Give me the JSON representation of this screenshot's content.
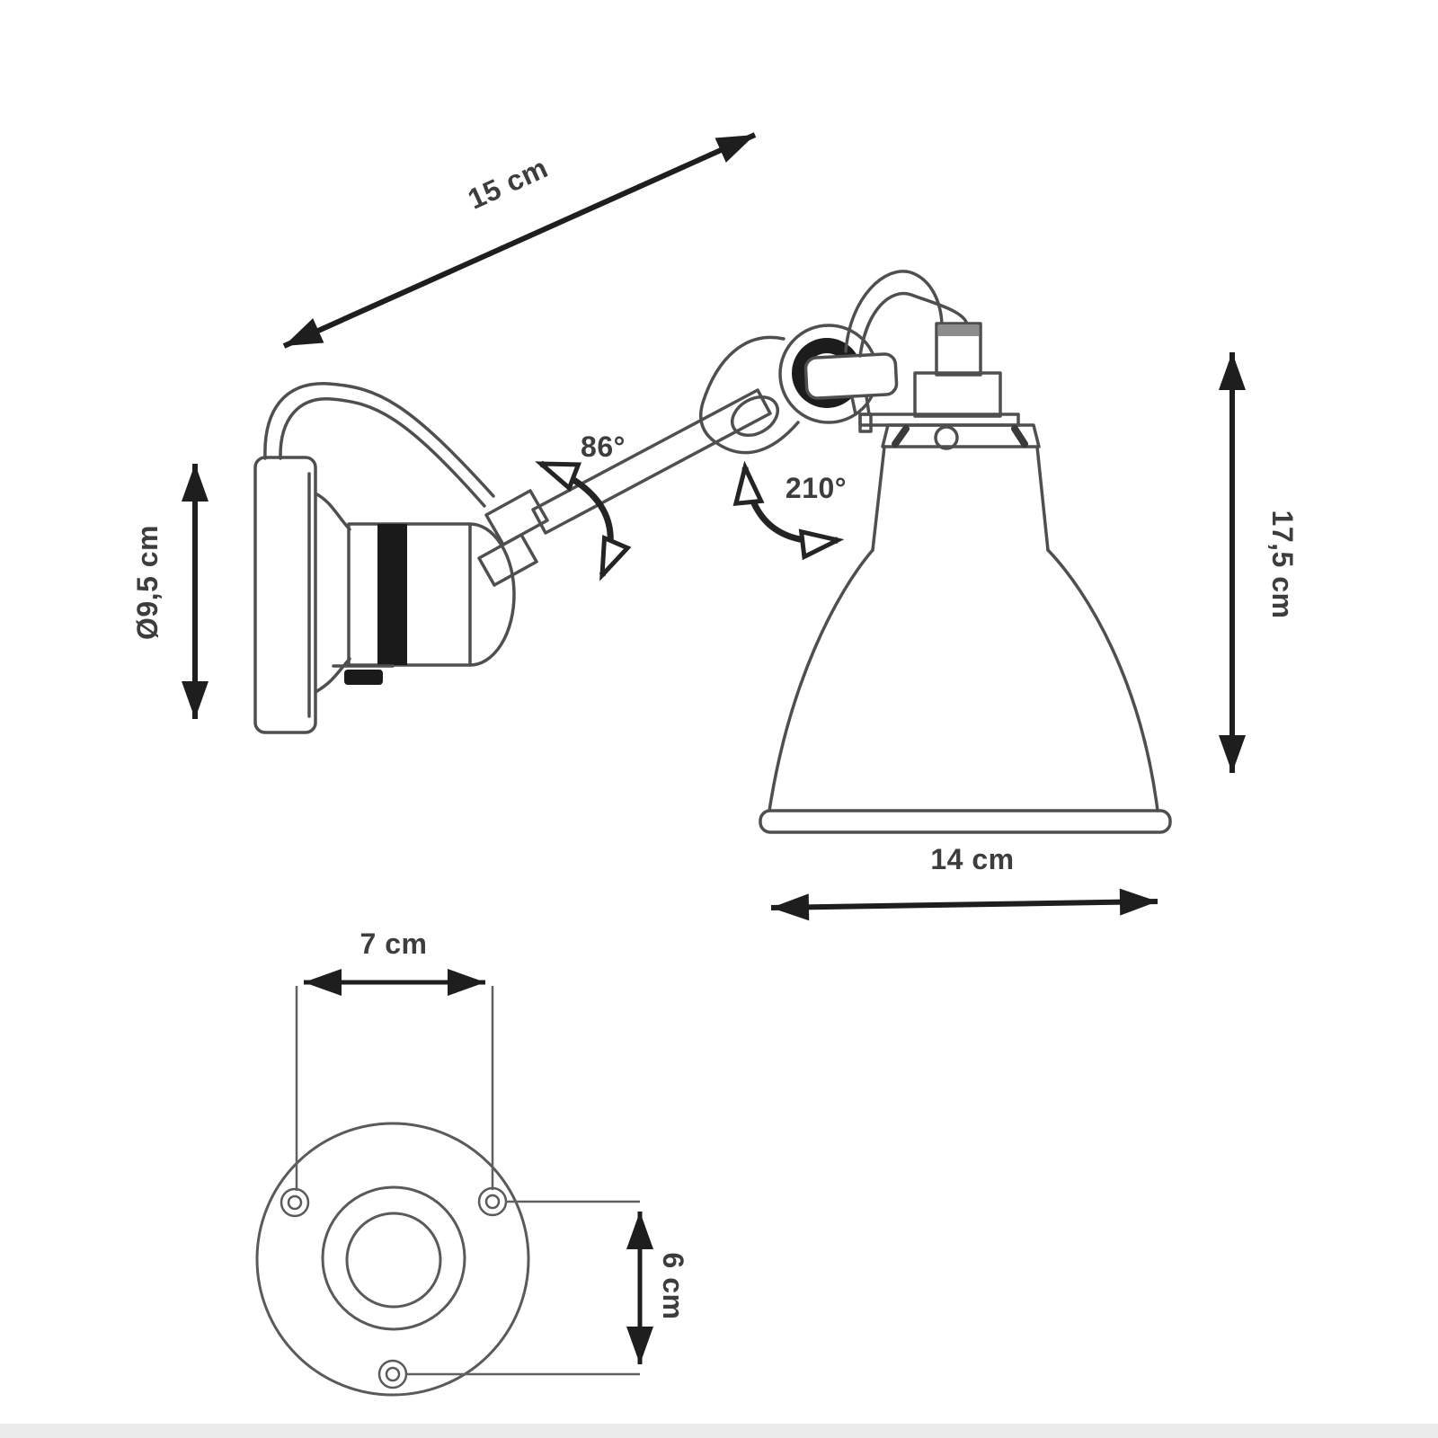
{
  "diagram": {
    "type": "technical drawing",
    "subject": "wall-mounted lamp with articulated arm",
    "views": {
      "side_view": "lamp side view",
      "bottom_view": "wall base bottom view"
    },
    "dimension_labels": {
      "arm_length": "15 cm",
      "base_diameter": "Ø9,5 cm",
      "lamp_height": "17,5 cm",
      "shade_diameter": "14 cm",
      "base_hole_spacing_horizontal": "7 cm",
      "base_hole_spacing_vertical": "6 cm"
    },
    "angle_labels": {
      "arm_rotation": "86°",
      "shade_rotation": "210°"
    },
    "colors": {
      "background": "#ffffff",
      "outline": "#4f4f4f",
      "dimension_arrow": "#1e1e1e",
      "label_text": "#3d3d3d",
      "footer_strip": "#ebebeb"
    }
  }
}
